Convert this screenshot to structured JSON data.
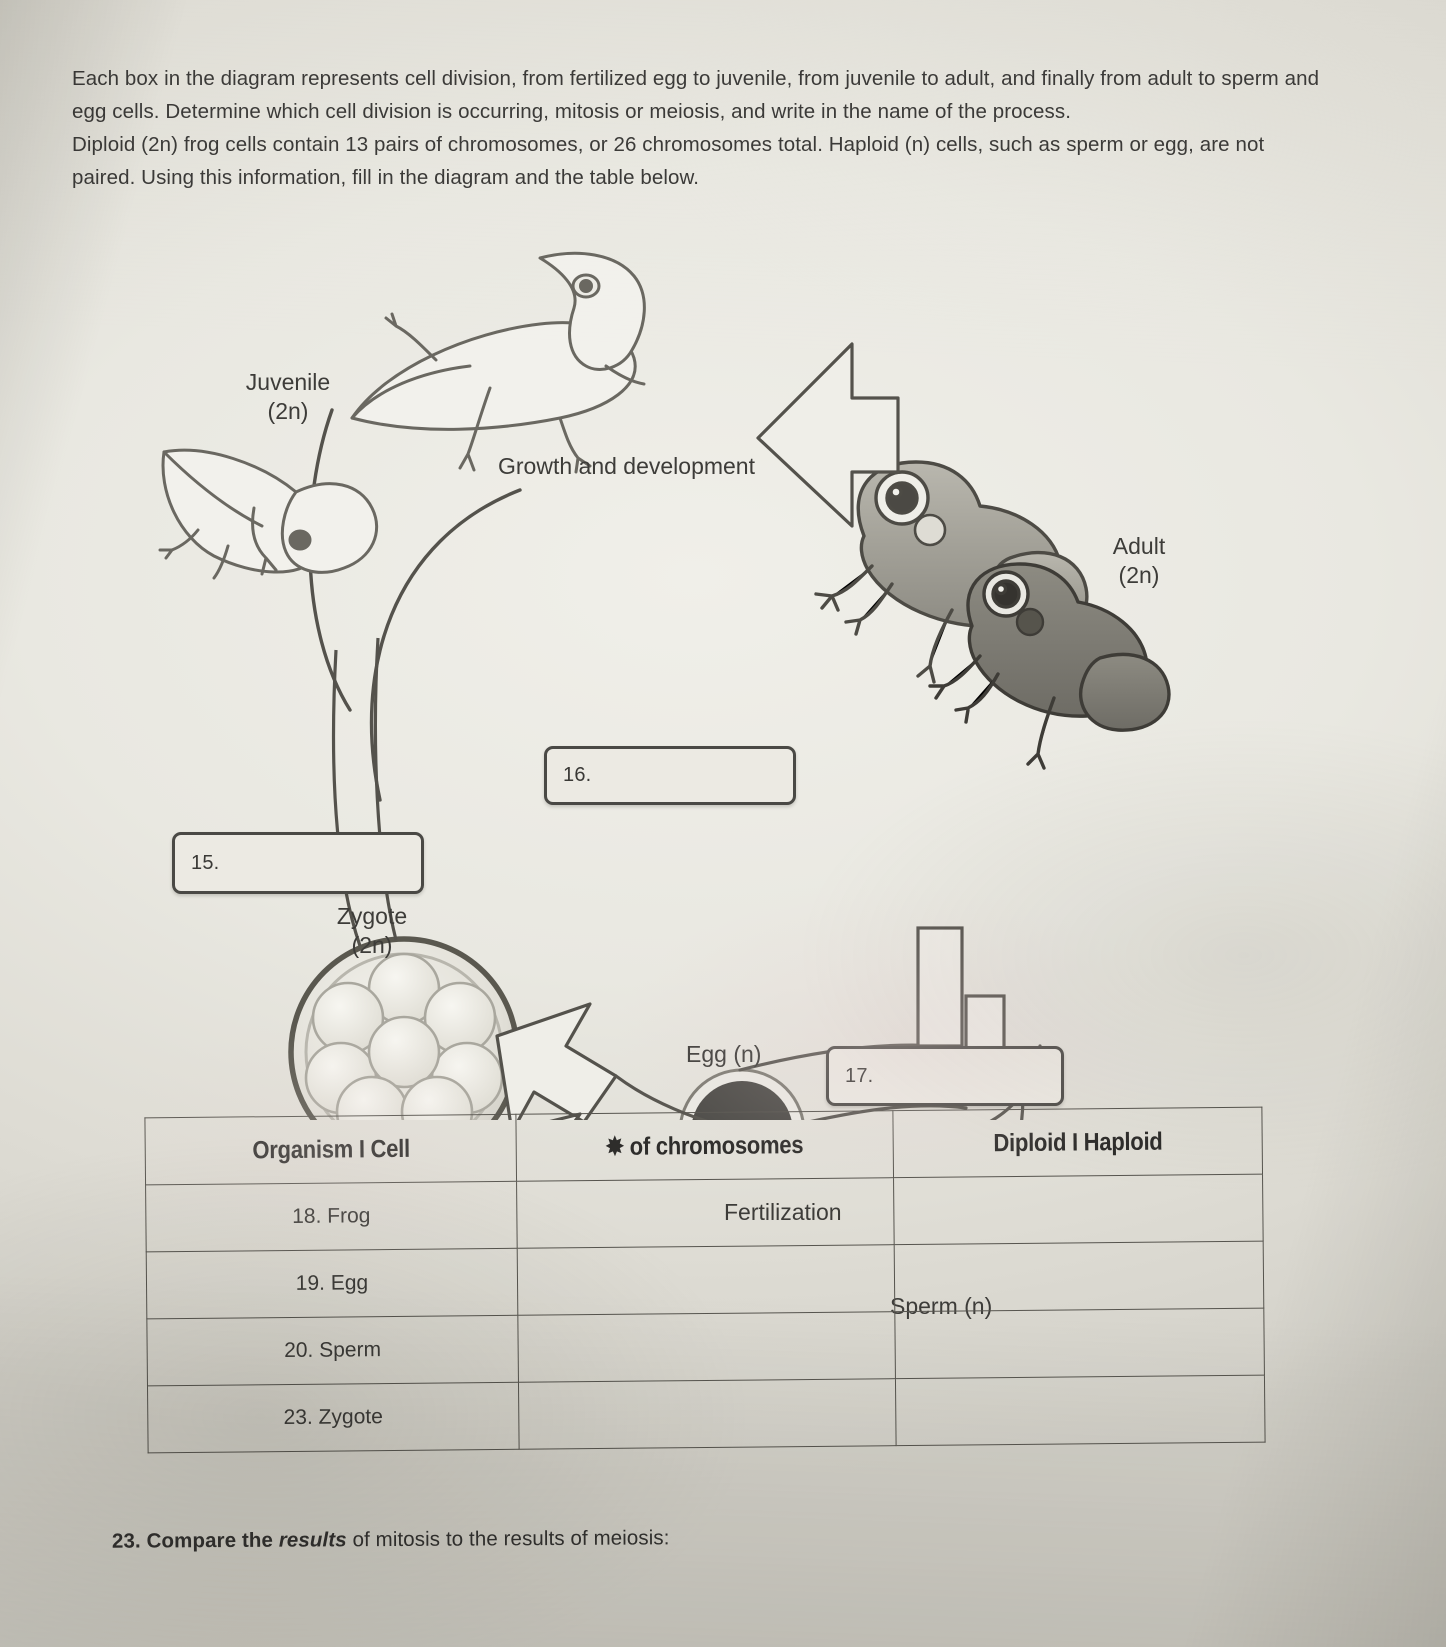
{
  "instructions": {
    "paragraph1": "Each box in the diagram represents cell division, from fertilized egg to juvenile, from juvenile to adult, and finally from adult to sperm and egg cells. Determine which cell division is occurring, mitosis or meiosis, and write in the name of the process.",
    "paragraph2": "Diploid (2n) frog cells  contain 13 pairs of chromosomes, or 26 chromosomes total.  Haploid (n) cells, such as sperm or egg, are not paired. Using this information, fill in the diagram and the table below."
  },
  "diagram": {
    "labels": {
      "juvenile": "Juvenile",
      "juvenile_ploidy": "(2n)",
      "growth": "Growth and development",
      "adult": "Adult",
      "adult_ploidy": "(2n)",
      "egg": "Egg (n)",
      "sperm": "Sperm (n)",
      "zygote": "Zygote",
      "zygote_ploidy": "(2n)",
      "fertilization": "Fertilization"
    },
    "answer_boxes": [
      {
        "id": "15",
        "number": "15.",
        "value": ""
      },
      {
        "id": "16",
        "number": "16.",
        "value": ""
      },
      {
        "id": "17",
        "number": "17.",
        "value": ""
      }
    ],
    "colors": {
      "ink": "#4a4945",
      "box_fill": "#eceae3",
      "egg_fill": "#4c4b47"
    }
  },
  "table": {
    "headers": [
      "Organism I Cell",
      "✸ of chromosomes",
      "Diploid I Haploid"
    ],
    "rows": [
      {
        "organism": "18. Frog",
        "chromosomes": "",
        "ploidy": ""
      },
      {
        "organism": "19. Egg",
        "chromosomes": "",
        "ploidy": ""
      },
      {
        "organism": "20. Sperm",
        "chromosomes": "",
        "ploidy": ""
      },
      {
        "organism": "23. Zygote",
        "chromosomes": "",
        "ploidy": ""
      }
    ]
  },
  "final_question": {
    "number": "23.",
    "text_before": " Compare the ",
    "italic": "results",
    "text_after": " of mitosis to the results of meiosis:"
  }
}
